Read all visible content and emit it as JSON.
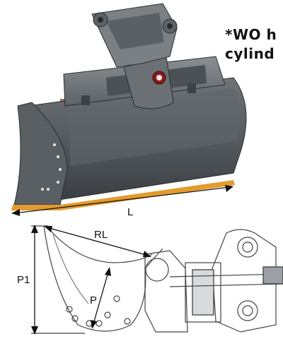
{
  "note": {
    "line1": "*WO h",
    "line2": "cylind"
  },
  "dimensions": {
    "length": "L",
    "radius_length": "RL",
    "height": "P1",
    "depth": "P"
  }
}
